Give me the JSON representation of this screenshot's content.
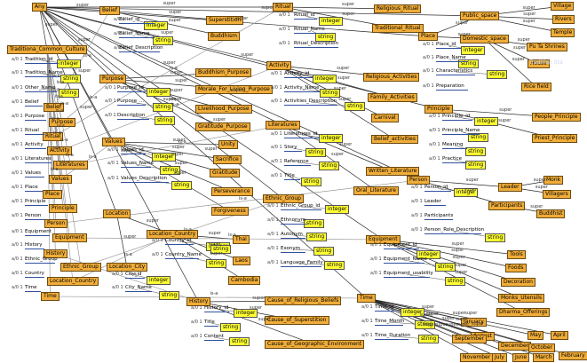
{
  "concepts": [
    {
      "id": "any",
      "label": "Any"
    },
    {
      "id": "belief",
      "label": "Belief"
    },
    {
      "id": "superstition",
      "label": "Superstition"
    },
    {
      "id": "buddhism",
      "label": "Buddhism"
    },
    {
      "id": "ritual",
      "label": "Ritual"
    },
    {
      "id": "religious_ritual",
      "label": "Religious_Ritual"
    },
    {
      "id": "traditional_ritual",
      "label": "Traditional_Ritual"
    },
    {
      "id": "public_space",
      "label": "Public_space"
    },
    {
      "id": "village",
      "label": "Village"
    },
    {
      "id": "rivers",
      "label": "Rivers"
    },
    {
      "id": "temple",
      "label": "Temple"
    },
    {
      "id": "domestic_space",
      "label": "Domestic_space"
    },
    {
      "id": "pu_ta_shrines",
      "label": "Pu Ta Shrines"
    },
    {
      "id": "house",
      "label": "House"
    },
    {
      "id": "rice_field",
      "label": "Rice field"
    },
    {
      "id": "place",
      "label": "Place"
    },
    {
      "id": "tcc",
      "label": "Traditiona_Common_Culture"
    },
    {
      "id": "purpose",
      "label": "Purpose"
    },
    {
      "id": "buddhism_purpose",
      "label": "Buddhism_Purpose"
    },
    {
      "id": "morale",
      "label": "Morale_For_Living_Purpose"
    },
    {
      "id": "livelihood",
      "label": "Livelihood_Purpose"
    },
    {
      "id": "gratitude_purpose",
      "label": "Gratitude_Purpose"
    },
    {
      "id": "activity",
      "label": "Activity"
    },
    {
      "id": "religious_activities",
      "label": "Religious_Activities"
    },
    {
      "id": "family_activities",
      "label": "Family_Activities"
    },
    {
      "id": "carnival",
      "label": "Carnival"
    },
    {
      "id": "belief_activities",
      "label": "Belief_activities"
    },
    {
      "id": "principle",
      "label": "Principle"
    },
    {
      "id": "people_principle",
      "label": "People_Principle"
    },
    {
      "id": "priest_principle",
      "label": "Priest_Principle"
    },
    {
      "id": "values",
      "label": "Values"
    },
    {
      "id": "unity",
      "label": "Unity"
    },
    {
      "id": "sacrifice",
      "label": "Sacrifice"
    },
    {
      "id": "gratitude",
      "label": "Gratitude"
    },
    {
      "id": "perseverance",
      "label": "Perseverance"
    },
    {
      "id": "forgiveness",
      "label": "Forgiveness"
    },
    {
      "id": "literatures",
      "label": "Literatures"
    },
    {
      "id": "written_literature",
      "label": "Written_Literature"
    },
    {
      "id": "oral_literature",
      "label": "Oral_Literature"
    },
    {
      "id": "person",
      "label": "Person"
    },
    {
      "id": "leader",
      "label": "Leader"
    },
    {
      "id": "monk",
      "label": "Monk"
    },
    {
      "id": "villagers",
      "label": "Villagers"
    },
    {
      "id": "participants",
      "label": "Participants"
    },
    {
      "id": "buddhist",
      "label": "Buddhist"
    },
    {
      "id": "location",
      "label": "Location"
    },
    {
      "id": "location_country",
      "label": "Location_Country"
    },
    {
      "id": "thai",
      "label": "Thai"
    },
    {
      "id": "laos",
      "label": "Laos"
    },
    {
      "id": "cambodia",
      "label": "Cambodia"
    },
    {
      "id": "location_city",
      "label": "Location_City"
    },
    {
      "id": "ethnic_group",
      "label": "Ethnic_Group"
    },
    {
      "id": "equipment",
      "label": "Equipment"
    },
    {
      "id": "tools",
      "label": "Tools"
    },
    {
      "id": "foods",
      "label": "Foods"
    },
    {
      "id": "decoration",
      "label": "Decoration"
    },
    {
      "id": "monks_utensils",
      "label": "Monks_Utensils"
    },
    {
      "id": "dharma_offerings",
      "label": "Dharma_Offerings"
    },
    {
      "id": "history",
      "label": "History"
    },
    {
      "id": "cause_religious",
      "label": "Cause_of_Religious_Beliefs"
    },
    {
      "id": "cause_superstition",
      "label": "Cause_of_Superstition"
    },
    {
      "id": "cause_geographic",
      "label": "Cause_of_Geographic_Environment"
    },
    {
      "id": "time",
      "label": "Time"
    },
    {
      "id": "january",
      "label": "January"
    },
    {
      "id": "may",
      "label": "May"
    },
    {
      "id": "april",
      "label": "April"
    },
    {
      "id": "august",
      "label": "August"
    },
    {
      "id": "september",
      "label": "September"
    },
    {
      "id": "december",
      "label": "December"
    },
    {
      "id": "october",
      "label": "October"
    },
    {
      "id": "november",
      "label": "November"
    },
    {
      "id": "july",
      "label": "July"
    },
    {
      "id": "june",
      "label": "June"
    },
    {
      "id": "march",
      "label": "March"
    },
    {
      "id": "february",
      "label": "February"
    },
    {
      "id": "tcc_equipment",
      "label": "Equipment"
    },
    {
      "id": "tcc_history",
      "label": "History"
    },
    {
      "id": "tcc_ethnic",
      "label": "Ethnic_Group"
    },
    {
      "id": "tcc_location",
      "label": "Location_Country"
    },
    {
      "id": "tcc_time",
      "label": "Time"
    },
    {
      "id": "tcc_belief",
      "label": "Belief"
    },
    {
      "id": "tcc_purpose",
      "label": "Purpose"
    },
    {
      "id": "tcc_ritual",
      "label": "Ritual"
    },
    {
      "id": "tcc_activity",
      "label": "Activity"
    },
    {
      "id": "tcc_literatures",
      "label": "Literatures"
    },
    {
      "id": "tcc_values",
      "label": "Values"
    },
    {
      "id": "tcc_place",
      "label": "Place"
    },
    {
      "id": "tcc_principle",
      "label": "Principle"
    },
    {
      "id": "tcc_person",
      "label": "Person"
    }
  ],
  "types": [
    {
      "id": "t_belief_id",
      "label": "integer"
    },
    {
      "id": "t_belief_name",
      "label": "string"
    },
    {
      "id": "t_tcc_id",
      "label": "integer"
    },
    {
      "id": "t_tcc_name",
      "label": "string"
    },
    {
      "id": "t_ritual_id",
      "label": "integer"
    },
    {
      "id": "t_ritual_name",
      "label": "string"
    },
    {
      "id": "t_place_id",
      "label": "integer"
    },
    {
      "id": "t_place_name",
      "label": "string"
    },
    {
      "id": "t_place_char",
      "label": "string"
    },
    {
      "id": "t_purpose_id",
      "label": "integer"
    },
    {
      "id": "t_purpose_name",
      "label": "string"
    },
    {
      "id": "t_purpose_desc",
      "label": "string"
    },
    {
      "id": "t_activity_id",
      "label": "integer"
    },
    {
      "id": "t_activity_name",
      "label": "string"
    },
    {
      "id": "t_activity_desc",
      "label": "string"
    },
    {
      "id": "t_principle_id",
      "label": "integer"
    },
    {
      "id": "t_principle_name",
      "label": "string"
    },
    {
      "id": "t_principle_meaning",
      "label": "string"
    },
    {
      "id": "t_principle_practice",
      "label": "string"
    },
    {
      "id": "t_values_id",
      "label": "integer"
    },
    {
      "id": "t_values_name",
      "label": "string"
    },
    {
      "id": "t_values_desc",
      "label": "string"
    },
    {
      "id": "t_lit_id",
      "label": "integer"
    },
    {
      "id": "t_lit_story",
      "label": "string"
    },
    {
      "id": "t_lit_ref",
      "label": "string"
    },
    {
      "id": "t_lit_title",
      "label": "string"
    },
    {
      "id": "t_person_id",
      "label": "integer"
    },
    {
      "id": "t_person_role",
      "label": "string"
    },
    {
      "id": "t_ethnic_id",
      "label": "integer"
    },
    {
      "id": "t_ethnic_ethnonym",
      "label": "string"
    },
    {
      "id": "t_ethnic_autonym",
      "label": "string"
    },
    {
      "id": "t_ethnic_exonym",
      "label": "string"
    },
    {
      "id": "t_ethnic_lang",
      "label": "string"
    },
    {
      "id": "t_country_id",
      "label": "integer"
    },
    {
      "id": "t_country_name",
      "label": "string"
    },
    {
      "id": "t_country_extra",
      "label": "string"
    },
    {
      "id": "t_city_id",
      "label": "integer"
    },
    {
      "id": "t_city_name",
      "label": "string"
    },
    {
      "id": "t_equip_id",
      "label": "integer"
    },
    {
      "id": "t_equip_name",
      "label": "string"
    },
    {
      "id": "t_equip_usability",
      "label": "string"
    },
    {
      "id": "t_history_id",
      "label": "integer"
    },
    {
      "id": "t_history_title",
      "label": "string"
    },
    {
      "id": "t_history_content",
      "label": "string"
    },
    {
      "id": "t_time_id",
      "label": "integer"
    },
    {
      "id": "t_time_month",
      "label": "string"
    },
    {
      "id": "t_time_duration",
      "label": "string"
    },
    {
      "id": "t_tcc_othername",
      "label": "string"
    }
  ],
  "slots": [
    {
      "id": "s_belief_id",
      "label": "Belief_id"
    },
    {
      "id": "s_belief_name",
      "label": "Belief_Name"
    },
    {
      "id": "s_belief_desc",
      "label": "Belief_Description"
    },
    {
      "id": "s_tcc_id",
      "label": "Tradition_id"
    },
    {
      "id": "s_tcc_name",
      "label": "Tradition_Name"
    },
    {
      "id": "s_tcc_other",
      "label": "Other_Name"
    },
    {
      "id": "s_tcc_belief",
      "label": "Belief"
    },
    {
      "id": "s_tcc_purpose",
      "label": "Purpose"
    },
    {
      "id": "s_tcc_ritual",
      "label": "Ritual"
    },
    {
      "id": "s_tcc_activity",
      "label": "Activity"
    },
    {
      "id": "s_tcc_lit",
      "label": "Literatures"
    },
    {
      "id": "s_tcc_values",
      "label": "Values"
    },
    {
      "id": "s_tcc_place",
      "label": "Place"
    },
    {
      "id": "s_tcc_principle",
      "label": "Principle"
    },
    {
      "id": "s_tcc_person",
      "label": "Person"
    },
    {
      "id": "s_tcc_equipment",
      "label": "Equipment"
    },
    {
      "id": "s_tcc_history",
      "label": "History"
    },
    {
      "id": "s_tcc_ethnic",
      "label": "Ethnic_Group"
    },
    {
      "id": "s_tcc_country",
      "label": "Country"
    },
    {
      "id": "s_tcc_time",
      "label": "Time"
    },
    {
      "id": "s_ritual_id",
      "label": "Ritual_id"
    },
    {
      "id": "s_ritual_name",
      "label": "Ritual_Name"
    },
    {
      "id": "s_ritual_desc",
      "label": "Ritual_Description"
    },
    {
      "id": "s_place_id",
      "label": "Place_id"
    },
    {
      "id": "s_place_name",
      "label": "Place_Name"
    },
    {
      "id": "s_place_char",
      "label": "Characteristics"
    },
    {
      "id": "s_place_prep",
      "label": "Preparation"
    },
    {
      "id": "s_purpose_id",
      "label": "Purpose_id"
    },
    {
      "id": "s_purpose_name",
      "label": "Purpose_..."
    },
    {
      "id": "s_purpose_desc",
      "label": "Description"
    },
    {
      "id": "s_activity_id",
      "label": "Activity_id"
    },
    {
      "id": "s_activity_name",
      "label": "Activity_Name"
    },
    {
      "id": "s_activity_desc",
      "label": "Activities_Description"
    },
    {
      "id": "s_principle_id",
      "label": "Principle_id"
    },
    {
      "id": "s_principle_name",
      "label": "Principle_Name"
    },
    {
      "id": "s_principle_meaning",
      "label": "Meaning"
    },
    {
      "id": "s_principle_practice",
      "label": "Practice"
    },
    {
      "id": "s_values_id",
      "label": "Values_id"
    },
    {
      "id": "s_values_name",
      "label": "Values_Name"
    },
    {
      "id": "s_values_desc",
      "label": "Values_Description"
    },
    {
      "id": "s_lit_id",
      "label": "Literatures_id"
    },
    {
      "id": "s_lit_story",
      "label": "Story"
    },
    {
      "id": "s_lit_ref",
      "label": "Reference"
    },
    {
      "id": "s_lit_title",
      "label": "Title"
    },
    {
      "id": "s_person_id",
      "label": "Person_id"
    },
    {
      "id": "s_person_leader",
      "label": "Leader"
    },
    {
      "id": "s_person_part",
      "label": "Participants"
    },
    {
      "id": "s_person_role",
      "label": "Person_Role_Description"
    },
    {
      "id": "s_ethnic_id",
      "label": "Ethnic_Group_id"
    },
    {
      "id": "s_ethnic_ethnonym",
      "label": "Ethnonym"
    },
    {
      "id": "s_ethnic_autonym",
      "label": "Autonym"
    },
    {
      "id": "s_ethnic_exonym",
      "label": "Exonym"
    },
    {
      "id": "s_ethnic_lang",
      "label": "Language_Family"
    },
    {
      "id": "s_country_id",
      "label": "Country_id"
    },
    {
      "id": "s_country_name",
      "label": "Country_Name"
    },
    {
      "id": "s_city_id",
      "label": "City_id"
    },
    {
      "id": "s_city_name",
      "label": "City_Name"
    },
    {
      "id": "s_equip_id",
      "label": "Equipment_id"
    },
    {
      "id": "s_equip_name",
      "label": "Equipment_Name"
    },
    {
      "id": "s_equip_usability",
      "label": "Equipment_usability"
    },
    {
      "id": "s_history_id",
      "label": "History_id"
    },
    {
      "id": "s_history_title",
      "label": "Title"
    },
    {
      "id": "s_history_content",
      "label": "Content"
    },
    {
      "id": "s_time_id",
      "label": "Time_id"
    },
    {
      "id": "s_time_month",
      "label": "Time_Month"
    },
    {
      "id": "s_time_duration",
      "label": "Time_Duration"
    }
  ],
  "edge_labels": {
    "super": "super",
    "sub": "sub",
    "isa": "is-a",
    "card": "a/0 1"
  },
  "watermark": "Tradition Sta"
}
